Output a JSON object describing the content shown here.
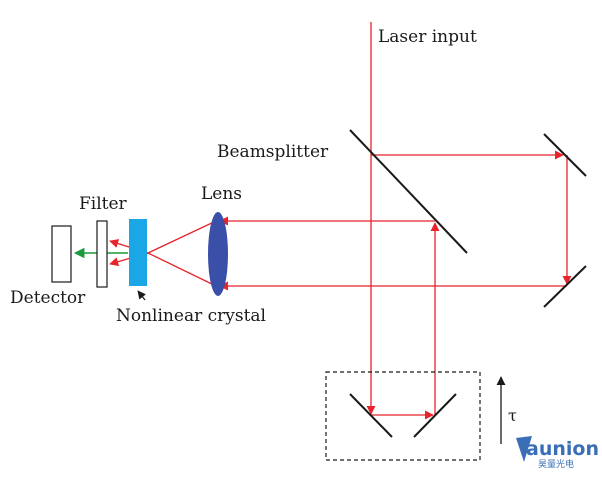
{
  "labels": {
    "laser_input": "Laser input",
    "beamsplitter": "Beamsplitter",
    "lens": "Lens",
    "filter": "Filter",
    "detector": "Detector",
    "nonlinear_crystal": "Nonlinear crystal",
    "tau": "τ"
  },
  "watermark": {
    "brand": "aunion",
    "sub": "昊量光电"
  },
  "colors": {
    "beam": "#e8232a",
    "output_beam": "#1a9a3a",
    "lens": "#3a4fa8",
    "crystal": "#1ba6e6",
    "optics": "#1a1a1a",
    "brand": "#3a6fb7"
  }
}
